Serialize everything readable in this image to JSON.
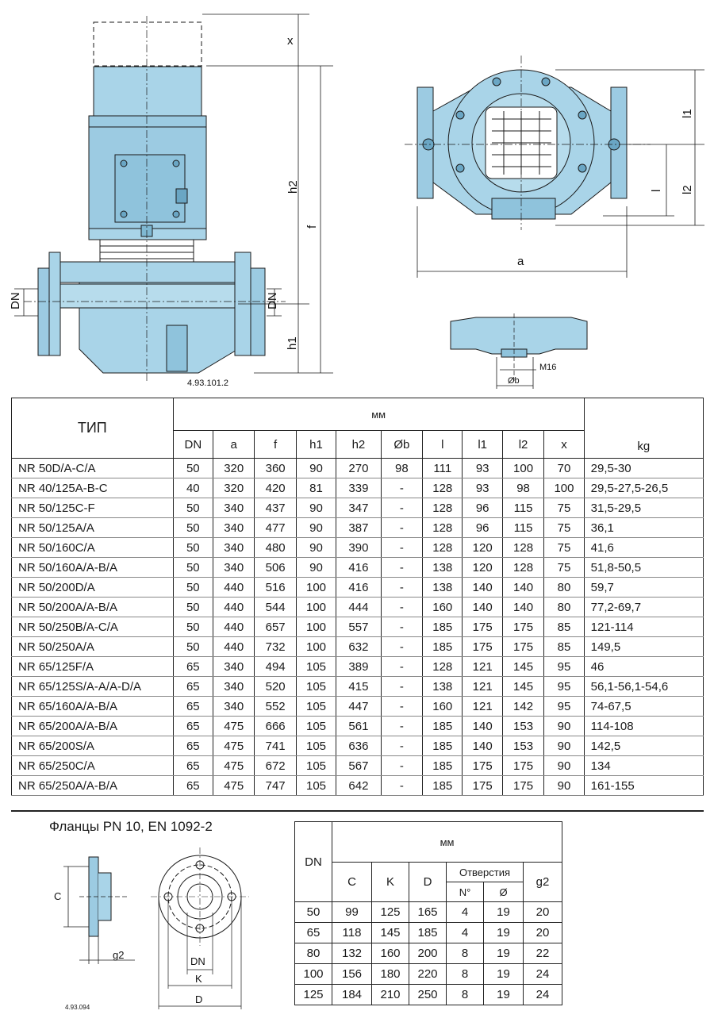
{
  "drawing": {
    "labels": {
      "x": "x",
      "h2": "h2",
      "f": "f",
      "h1": "h1",
      "dn_left": "DN",
      "dn_right": "DN",
      "a": "a",
      "l1": "l1",
      "l": "l",
      "l2": "l2",
      "m16": "M16",
      "ob": "Øb"
    },
    "ref_code": "4.93.101.2"
  },
  "main_table": {
    "type_header": "ТИП",
    "unit_header": "мм",
    "kg_header": "kg",
    "columns": [
      "DN",
      "a",
      "f",
      "h1",
      "h2",
      "Øb",
      "l",
      "l1",
      "l2",
      "x"
    ],
    "rows": [
      {
        "type": "NR 50D/A-C/A",
        "vals": [
          "50",
          "320",
          "360",
          "90",
          "270",
          "98",
          "111",
          "93",
          "100",
          "70"
        ],
        "kg": "29,5-30"
      },
      {
        "type": "NR 40/125A-B-C",
        "vals": [
          "40",
          "320",
          "420",
          "81",
          "339",
          "-",
          "128",
          "93",
          "98",
          "100"
        ],
        "kg": "29,5-27,5-26,5"
      },
      {
        "type": "NR 50/125C-F",
        "vals": [
          "50",
          "340",
          "437",
          "90",
          "347",
          "-",
          "128",
          "96",
          "115",
          "75"
        ],
        "kg": "31,5-29,5"
      },
      {
        "type": "NR 50/125A/A",
        "vals": [
          "50",
          "340",
          "477",
          "90",
          "387",
          "-",
          "128",
          "96",
          "115",
          "75"
        ],
        "kg": "36,1"
      },
      {
        "type": "NR 50/160C/A",
        "vals": [
          "50",
          "340",
          "480",
          "90",
          "390",
          "-",
          "128",
          "120",
          "128",
          "75"
        ],
        "kg": "41,6"
      },
      {
        "type": "NR 50/160A/A-B/A",
        "vals": [
          "50",
          "340",
          "506",
          "90",
          "416",
          "-",
          "138",
          "120",
          "128",
          "75"
        ],
        "kg": "51,8-50,5"
      },
      {
        "type": "NR 50/200D/A",
        "vals": [
          "50",
          "440",
          "516",
          "100",
          "416",
          "-",
          "138",
          "140",
          "140",
          "80"
        ],
        "kg": "59,7"
      },
      {
        "type": "NR 50/200A/A-B/A",
        "vals": [
          "50",
          "440",
          "544",
          "100",
          "444",
          "-",
          "160",
          "140",
          "140",
          "80"
        ],
        "kg": "77,2-69,7"
      },
      {
        "type": "NR 50/250B/A-C/A",
        "vals": [
          "50",
          "440",
          "657",
          "100",
          "557",
          "-",
          "185",
          "175",
          "175",
          "85"
        ],
        "kg": "121-114"
      },
      {
        "type": "NR 50/250A/A",
        "vals": [
          "50",
          "440",
          "732",
          "100",
          "632",
          "-",
          "185",
          "175",
          "175",
          "85"
        ],
        "kg": "149,5"
      },
      {
        "type": "NR 65/125F/A",
        "vals": [
          "65",
          "340",
          "494",
          "105",
          "389",
          "-",
          "128",
          "121",
          "145",
          "95"
        ],
        "kg": "46"
      },
      {
        "type": "NR 65/125S/A-A/A-D/A",
        "vals": [
          "65",
          "340",
          "520",
          "105",
          "415",
          "-",
          "138",
          "121",
          "145",
          "95"
        ],
        "kg": "56,1-56,1-54,6"
      },
      {
        "type": "NR 65/160A/A-B/A",
        "vals": [
          "65",
          "340",
          "552",
          "105",
          "447",
          "-",
          "160",
          "121",
          "142",
          "95"
        ],
        "kg": "74-67,5"
      },
      {
        "type": "NR 65/200A/A-B/A",
        "vals": [
          "65",
          "475",
          "666",
          "105",
          "561",
          "-",
          "185",
          "140",
          "153",
          "90"
        ],
        "kg": "114-108"
      },
      {
        "type": "NR 65/200S/A",
        "vals": [
          "65",
          "475",
          "741",
          "105",
          "636",
          "-",
          "185",
          "140",
          "153",
          "90"
        ],
        "kg": "142,5"
      },
      {
        "type": "NR 65/250C/A",
        "vals": [
          "65",
          "475",
          "672",
          "105",
          "567",
          "-",
          "185",
          "175",
          "175",
          "90"
        ],
        "kg": "134"
      },
      {
        "type": "NR 65/250A/A-B/A",
        "vals": [
          "65",
          "475",
          "747",
          "105",
          "642",
          "-",
          "185",
          "175",
          "175",
          "90"
        ],
        "kg": "161-155"
      }
    ]
  },
  "flange": {
    "title": "Фланцы  PN 10, EN 1092-2",
    "labels": {
      "c": "C",
      "g2": "g2",
      "dn": "DN",
      "k": "K",
      "d": "D"
    },
    "ref_code": "4.93.094",
    "table": {
      "unit_header": "мм",
      "dn_header": "DN",
      "c_header": "C",
      "k_header": "K",
      "d_header": "D",
      "holes_header": "Отверстия",
      "holes_n": "N°",
      "holes_d": "Ø",
      "g2_header": "g2",
      "rows": [
        [
          "50",
          "99",
          "125",
          "165",
          "4",
          "19",
          "20"
        ],
        [
          "65",
          "118",
          "145",
          "185",
          "4",
          "19",
          "20"
        ],
        [
          "80",
          "132",
          "160",
          "200",
          "8",
          "19",
          "22"
        ],
        [
          "100",
          "156",
          "180",
          "220",
          "8",
          "19",
          "24"
        ],
        [
          "125",
          "184",
          "210",
          "250",
          "8",
          "19",
          "24"
        ]
      ]
    }
  },
  "colors": {
    "pump_blue": "#a9d4e8",
    "pump_blue_dark": "#7fb8d2",
    "line": "#1a1a1a"
  }
}
